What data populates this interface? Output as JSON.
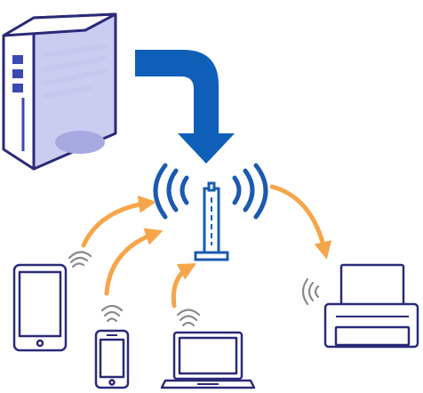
{
  "colors": {
    "outline": "#2a2a78",
    "server_body": "#ffffff",
    "server_side": "#c9cdf0",
    "server_accent": "#3b49b4",
    "server_lines": "#c5c8ee",
    "server_button": "#a6a8e0",
    "down_arrow": "#0f5fb8",
    "orange_arrow": "#f7a54a",
    "wifi_blue": "#1b5ab0",
    "wifi_gray": "#8a8a8a",
    "device_fill": "#ffffff"
  },
  "nodes": [
    {
      "id": "server",
      "label": "",
      "icon": "server-icon"
    },
    {
      "id": "access_point",
      "label": "",
      "icon": "wireless-router-icon"
    },
    {
      "id": "tablet",
      "label": "",
      "icon": "tablet-icon"
    },
    {
      "id": "smartphone",
      "label": "",
      "icon": "smartphone-icon"
    },
    {
      "id": "laptop",
      "label": "",
      "icon": "laptop-icon"
    },
    {
      "id": "printer",
      "label": "",
      "icon": "printer-icon"
    }
  ],
  "edges": [
    {
      "from": "server",
      "to": "access_point",
      "style": "down-arrow"
    },
    {
      "from": "tablet",
      "to": "access_point",
      "style": "wireless-arrow"
    },
    {
      "from": "smartphone",
      "to": "access_point",
      "style": "wireless-arrow"
    },
    {
      "from": "laptop",
      "to": "access_point",
      "style": "wireless-arrow"
    },
    {
      "from": "access_point",
      "to": "printer",
      "style": "wireless-arrow"
    }
  ]
}
